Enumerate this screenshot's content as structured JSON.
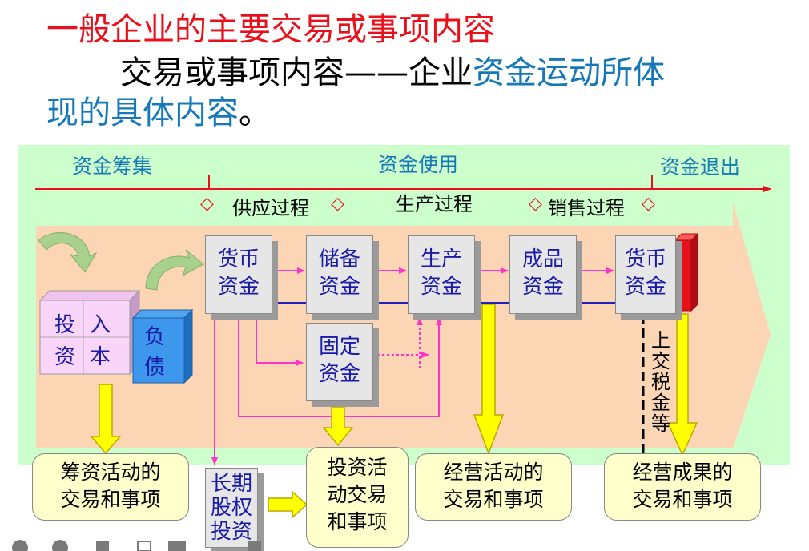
{
  "title": "一般企业的主要交易或事项内容",
  "subtitle": {
    "part_black": "交易或事项内容——企业",
    "part_blue_1": "资金运动所体",
    "part_blue_2": "现的具体内容",
    "end_mark": "。"
  },
  "phases": {
    "raise": "资金筹集",
    "use": "资金使用",
    "exit": "资金退出"
  },
  "subprocess": {
    "supply": "供应过程",
    "production": "生产过程",
    "sales": "销售过程"
  },
  "diamond": "◇",
  "boxes": {
    "money1": [
      "货币",
      "资金"
    ],
    "reserve": [
      "储备",
      "资金"
    ],
    "production": [
      "生产",
      "资金"
    ],
    "finished": [
      "成品",
      "资金"
    ],
    "money2": [
      "货币",
      "资金"
    ],
    "fixed": [
      "固定",
      "资金"
    ],
    "equity": [
      "长期",
      "股权",
      "投资"
    ]
  },
  "sources": {
    "investment_capital": [
      "投",
      "入",
      "资",
      "本"
    ],
    "liabilities": [
      "负",
      "债"
    ]
  },
  "tax_label": "上交税金等",
  "callouts": {
    "financing": [
      "筹资活动的",
      "交易和事项"
    ],
    "investing": [
      "投资活",
      "动交易",
      "和事项"
    ],
    "operating": [
      "经营活动的",
      "交易和事项"
    ],
    "results": [
      "经营成果的",
      "交易和事项"
    ]
  },
  "colors": {
    "title_red": "#e8101a",
    "accent_blue": "#1478b9",
    "flow_magenta": "#ff33cc",
    "flow_blue": "#2020c0",
    "arrow_yellow": "#ffff00",
    "band_orange": "#fcd5b4",
    "bg_green": "#ccffcc"
  },
  "dock_icons": [
    "back-icon",
    "forward-icon",
    "pen-icon",
    "zoom-icon",
    "video-icon",
    "menu-icon"
  ]
}
